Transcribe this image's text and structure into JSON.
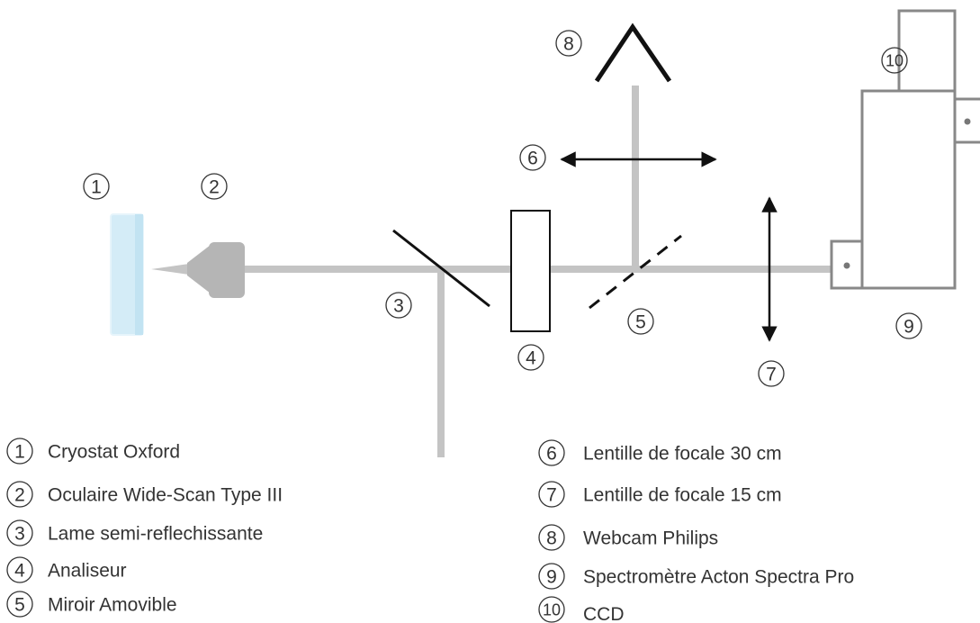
{
  "markers": {
    "m1": "1",
    "m2": "2",
    "m3": "3",
    "m4": "4",
    "m5": "5",
    "m6": "6",
    "m7": "7",
    "m8": "8",
    "m9": "9",
    "m10": "10"
  },
  "legend": [
    {
      "num": "1",
      "text": "Cryostat Oxford"
    },
    {
      "num": "2",
      "text": "Oculaire Wide-Scan Type III"
    },
    {
      "num": "3",
      "text": "Lame semi-reflechissante"
    },
    {
      "num": "4",
      "text": "Analiseur"
    },
    {
      "num": "5",
      "text": "Miroir Amovible"
    },
    {
      "num": "6",
      "text": "Lentille de focale 30 cm"
    },
    {
      "num": "7",
      "text": "Lentille de focale 15 cm"
    },
    {
      "num": "8",
      "text": "Webcam Philips"
    },
    {
      "num": "9",
      "text": "Spectromètre Acton Spectra Pro"
    },
    {
      "num": "10",
      "text": "CCD"
    }
  ],
  "colors": {
    "beam": "#c4c4c4",
    "ink": "#111111",
    "text": "#333333",
    "housing": "#888888",
    "cryostat": "#d4ecf7",
    "objective": "#b5b5b5"
  }
}
